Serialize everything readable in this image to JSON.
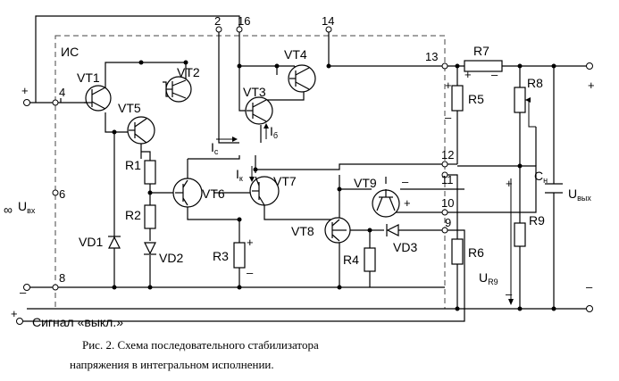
{
  "labels": {
    "ic": "ИС",
    "vt1": "VT1",
    "vt2": "VT2",
    "vt3": "VT3",
    "vt4": "VT4",
    "vt5": "VT5",
    "vt6": "VT6",
    "vt7": "VT7",
    "vt8": "VT8",
    "vt9": "VT9",
    "r1": "R1",
    "r2": "R2",
    "r3": "R3",
    "r4": "R4",
    "r5": "R5",
    "r6": "R6",
    "r7": "R7",
    "r8": "R8",
    "r9": "R9",
    "vd1": "VD1",
    "vd2": "VD2",
    "vd3": "VD3",
    "cn": "C",
    "cn_sub": "н",
    "uin": "U",
    "uin_sub": "вх",
    "uout": "U",
    "uout_sub": "вых",
    "ur9": "U",
    "ur9_sub": "R9",
    "ic_cur": "I",
    "ic_cur_sub": "с",
    "ib_cur": "I",
    "ib_cur_sub": "б",
    "ik_cur": "I",
    "ik_cur_sub": "к",
    "signal": "Сигнал «выкл.»",
    "infinity": "∞"
  },
  "pins": {
    "p2": "2",
    "p16": "16",
    "p14": "14",
    "p13": "13",
    "p4": "4",
    "p6": "6",
    "p8": "8",
    "p12": "12",
    "p11": "11",
    "p10": "10",
    "p9": "9"
  },
  "signs": {
    "plus": "+",
    "minus": "–"
  },
  "caption": {
    "line1": "Рис. 2. Схема последовательного стабилизатора",
    "line2": "напряжения в интегральном исполнении."
  }
}
